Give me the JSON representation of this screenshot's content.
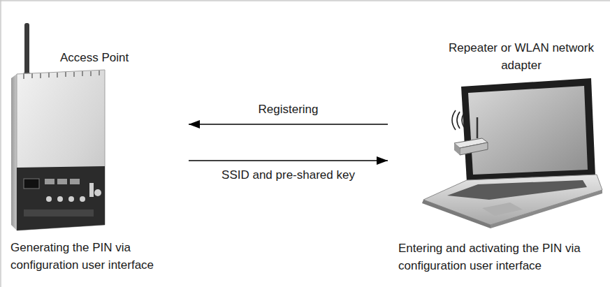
{
  "diagram": {
    "nodes": [
      {
        "text": [
          "Access Point",
          "Generating the PIN via configuration user interface"
        ]
      },
      {
        "text": [
          "Repeater or WLAN network adapter",
          "Entering and activating the PIN via configuration user interface"
        ]
      }
    ],
    "edges": [
      {
        "from": 1,
        "to": 0,
        "arrow": "to",
        "label": "Registering"
      },
      {
        "from": 0,
        "to": 1,
        "arrow": "to",
        "label": "SSID and pre-shared key"
      }
    ]
  }
}
